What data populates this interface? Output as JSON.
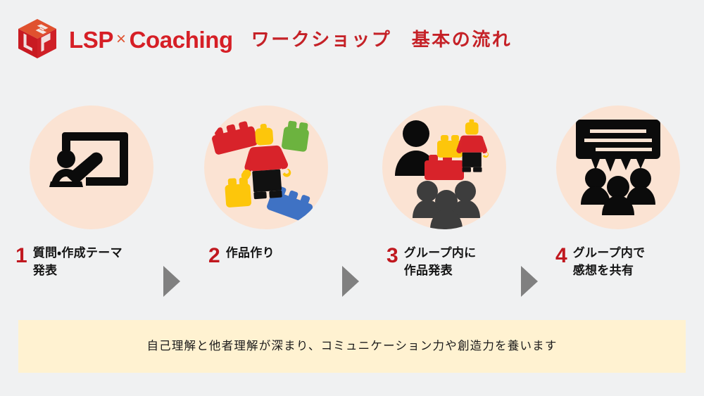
{
  "brand": {
    "logo_icon": "lsp-cube-logo-icon",
    "wordmark_lsp": "LSP",
    "wordmark_x": "×",
    "wordmark_coaching": "Coaching",
    "logo_color_light": "#e0512f",
    "logo_color_dark": "#c81a22",
    "wordmark_color": "#d61f26"
  },
  "header": {
    "title": "ワークショップ　基本の流れ",
    "title_color": "#c52127"
  },
  "flow": {
    "circle_color": "#fbe3d3",
    "arrow_color": "#808080",
    "number_color": "#c0181f",
    "steps": [
      {
        "number": "1",
        "line1": "質問・作成テーマ",
        "line2": "発表",
        "icon": "presenter-whiteboard-icon"
      },
      {
        "number": "2",
        "line1": "作品作り",
        "line2": "",
        "icon": "lego-bricks-minifigure-icon"
      },
      {
        "number": "3",
        "line1": "グループ内に",
        "line2": "作品発表",
        "icon": "presenting-model-to-group-icon"
      },
      {
        "number": "4",
        "line1": "グループ内で",
        "line2": "感想を共有",
        "icon": "speech-bubble-group-icon"
      }
    ],
    "arrows": [
      "arrow-1-2",
      "arrow-2-3",
      "arrow-3-4"
    ]
  },
  "banner": {
    "text": "自己理解と他者理解が深まり、コミュニケーション力や創造力を養います",
    "background_color": "#fff2d1"
  },
  "page": {
    "background_color": "#f0f1f2"
  },
  "lego_colors": {
    "red": "#d8232a",
    "yellow": "#fdc60b",
    "green": "#6cb33f",
    "blue": "#3f72c4",
    "black": "#111111",
    "dark_gray": "#3d3d3d"
  }
}
